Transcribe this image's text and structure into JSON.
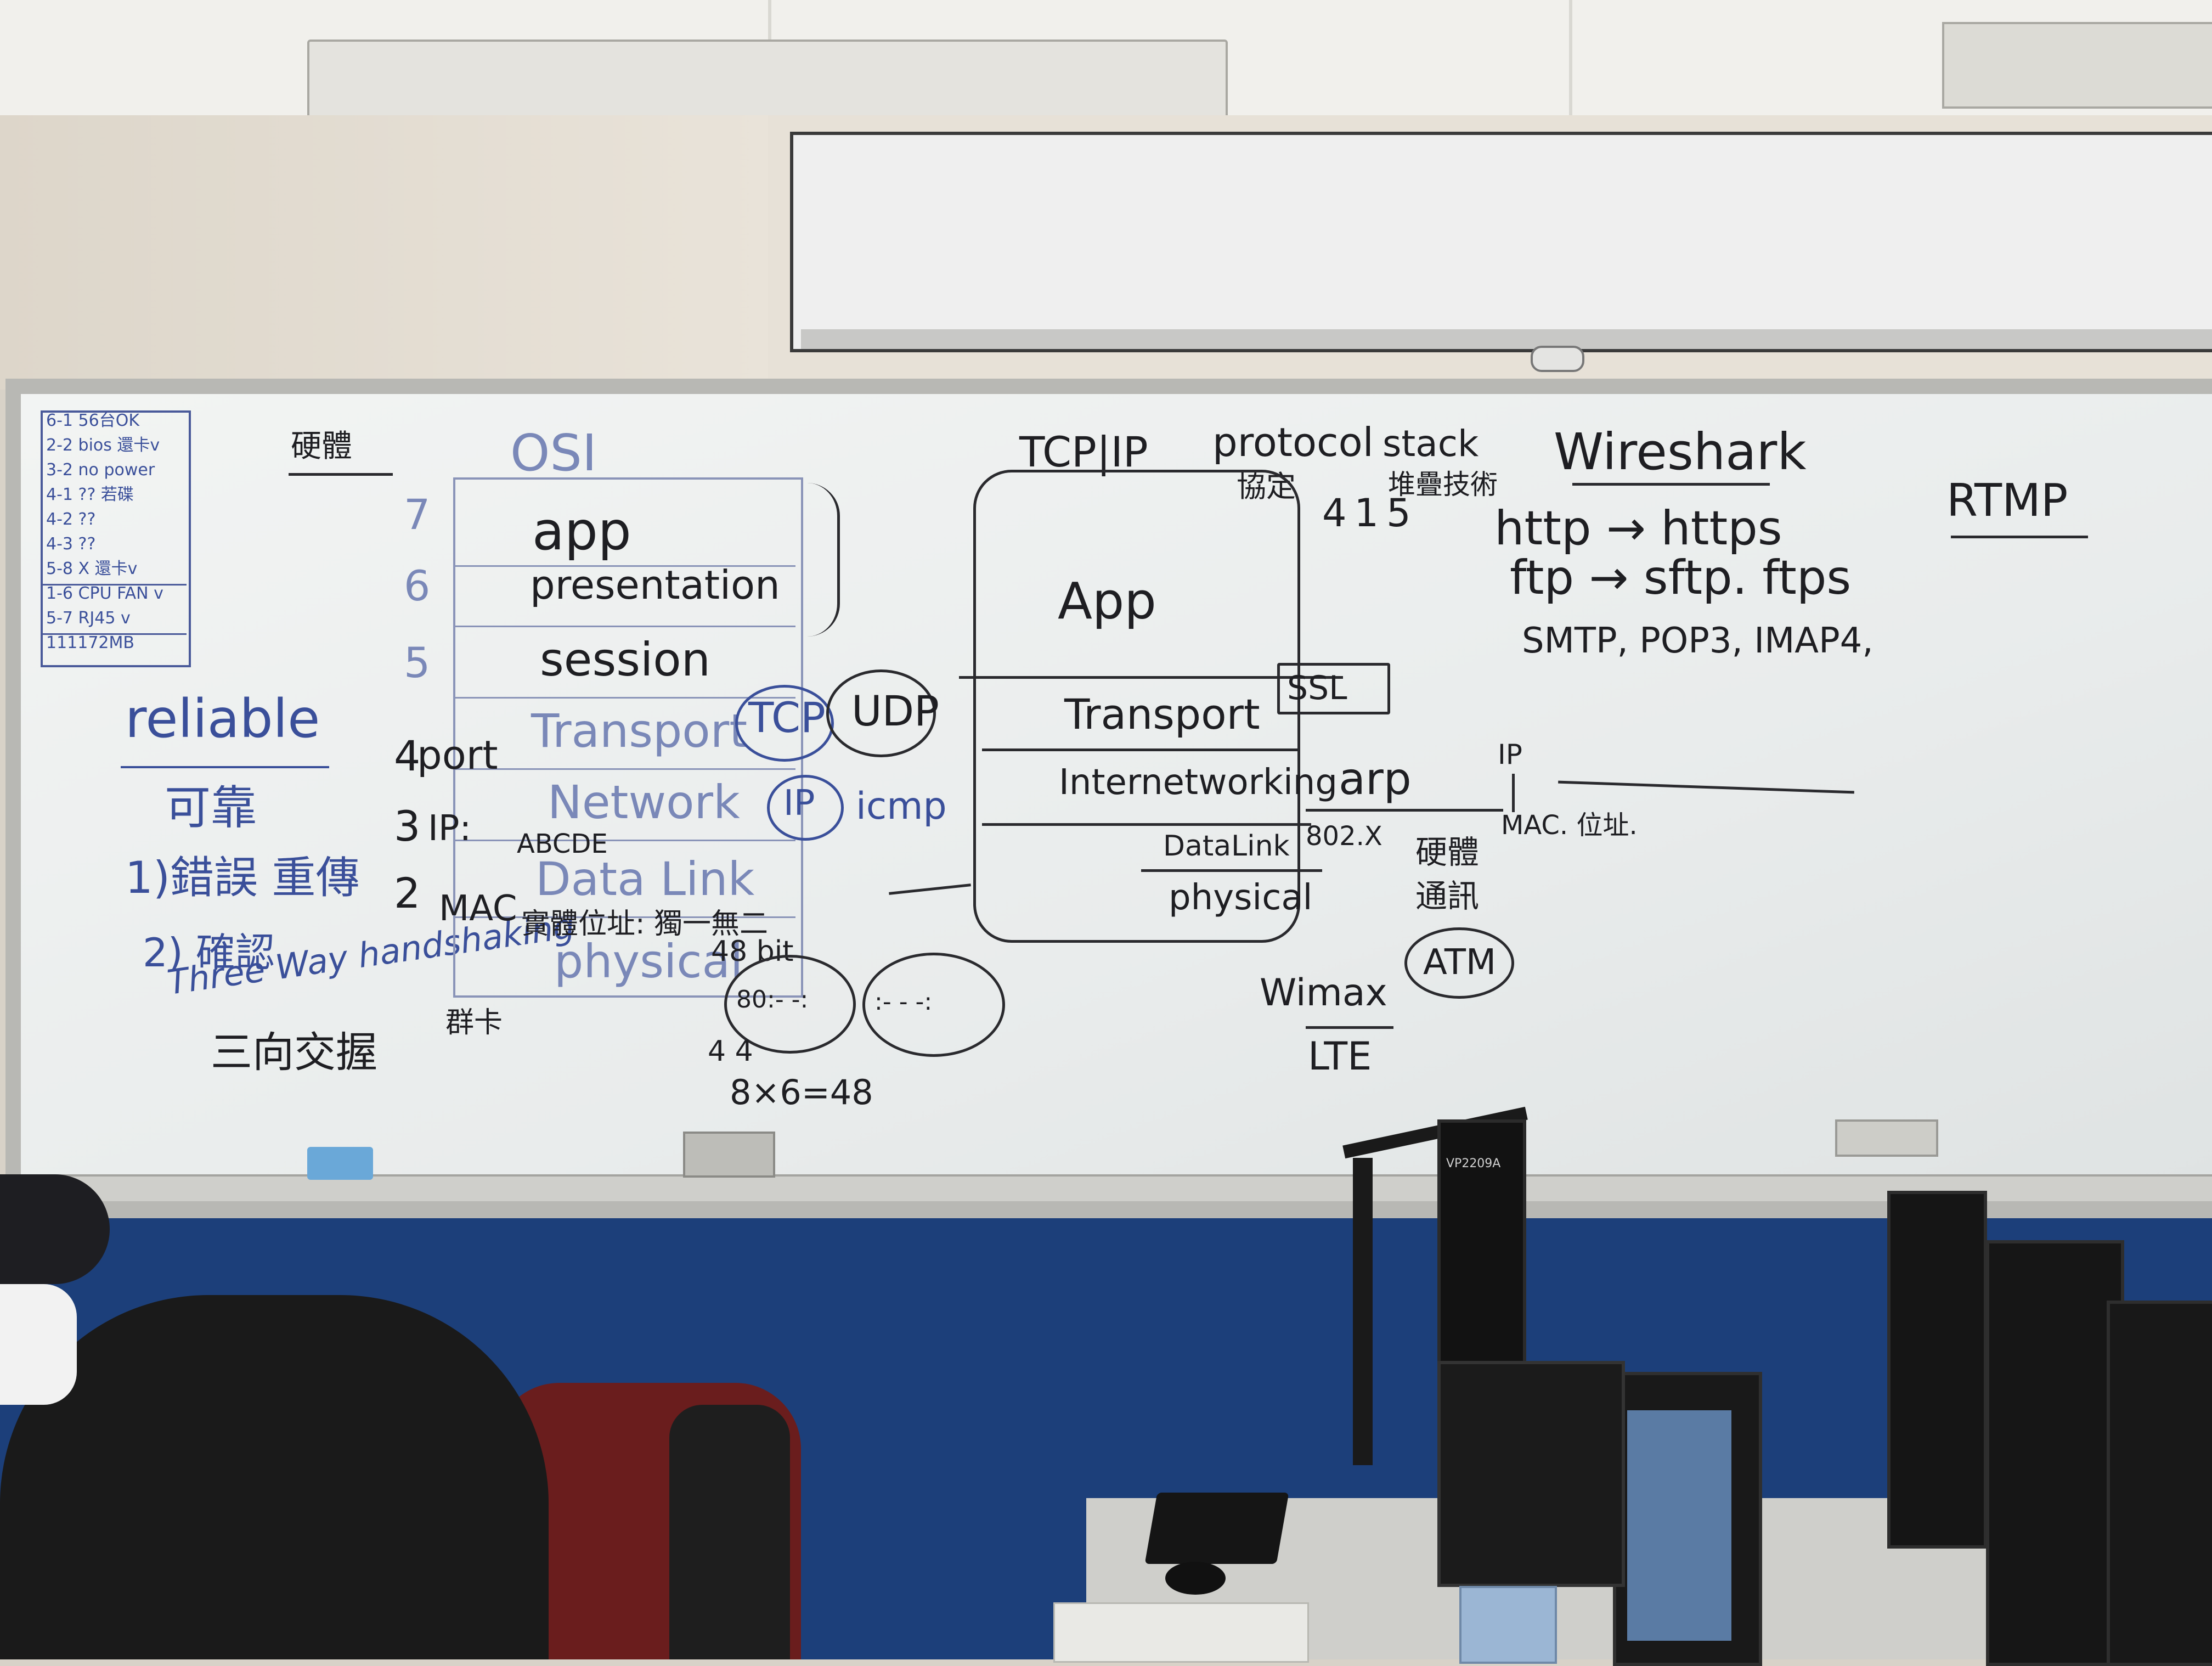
{
  "colors": {
    "ceiling": "#f3f2ee",
    "wall": "#e8e2d8",
    "board": "#eef0ef",
    "navy": "#1c3f7a",
    "ink_black": "#1e1e22",
    "ink_blue": "#3a4f9a"
  },
  "sidebar_table": [
    "6-1 56台OK",
    "2-2 bios 還卡v",
    "3-2 no power",
    "4-1 ?? 若碟",
    "4-2 ??",
    "4-3 ??",
    "5-8 X 還卡v",
    "1-6 CPU FAN v",
    "5-7 RJ45 v",
    "111172MB"
  ],
  "left": {
    "hardware": "硬體",
    "reliable": "reliable",
    "kekao": "可靠",
    "item1": "1)錯誤 重傳",
    "item2": "2) 確認",
    "threeway": "Three Way handshaking",
    "threeway_cn": "三向交握"
  },
  "osi": {
    "title": "OSI",
    "layers": [
      "app",
      "presentation",
      "session",
      "Transport",
      "Network",
      "Data Link",
      "physical"
    ],
    "numbers": [
      "7",
      "6",
      "5",
      "4",
      "3",
      "2"
    ],
    "port": "port",
    "ip_label": "IP:",
    "abcde": "ABCDE",
    "mac": "MAC",
    "physaddr": "實體位址: 獨一無二",
    "bits": "48 bit",
    "group": "群卡",
    "tcp": "TCP",
    "udp": "UDP",
    "ip_circle": "IP",
    "icmp": "icmp",
    "mac_drawing": "80:- -:",
    "mac_drawing2": ":- - -:",
    "four_four": "4 4",
    "math": "8×6=48"
  },
  "tcpip": {
    "title": "TCP|IP",
    "protocol": "protocol",
    "stack": "stack",
    "xieding": "協定",
    "duidie": "堆疊技術",
    "num415": "415",
    "layers": [
      "App",
      "Transport",
      "Internetworking",
      "DataLink",
      "physical"
    ],
    "ssl": "SSL",
    "arp": "arp",
    "ip_arrow": "IP",
    "mac_addr": "MAC. 位址.",
    "x2": "802.X",
    "hardware_comm1": "硬體",
    "hardware_comm2": "通訊",
    "atm": "ATM",
    "wimax": "Wimax",
    "lte": "LTE"
  },
  "right": {
    "wireshark": "Wireshark",
    "http": "http → https",
    "ftp": "ftp → sftp. ftps",
    "smtp": "SMTP, POP3, IMAP4,",
    "rtmp": "RTMP"
  },
  "monitor_brand": "VP2209A"
}
